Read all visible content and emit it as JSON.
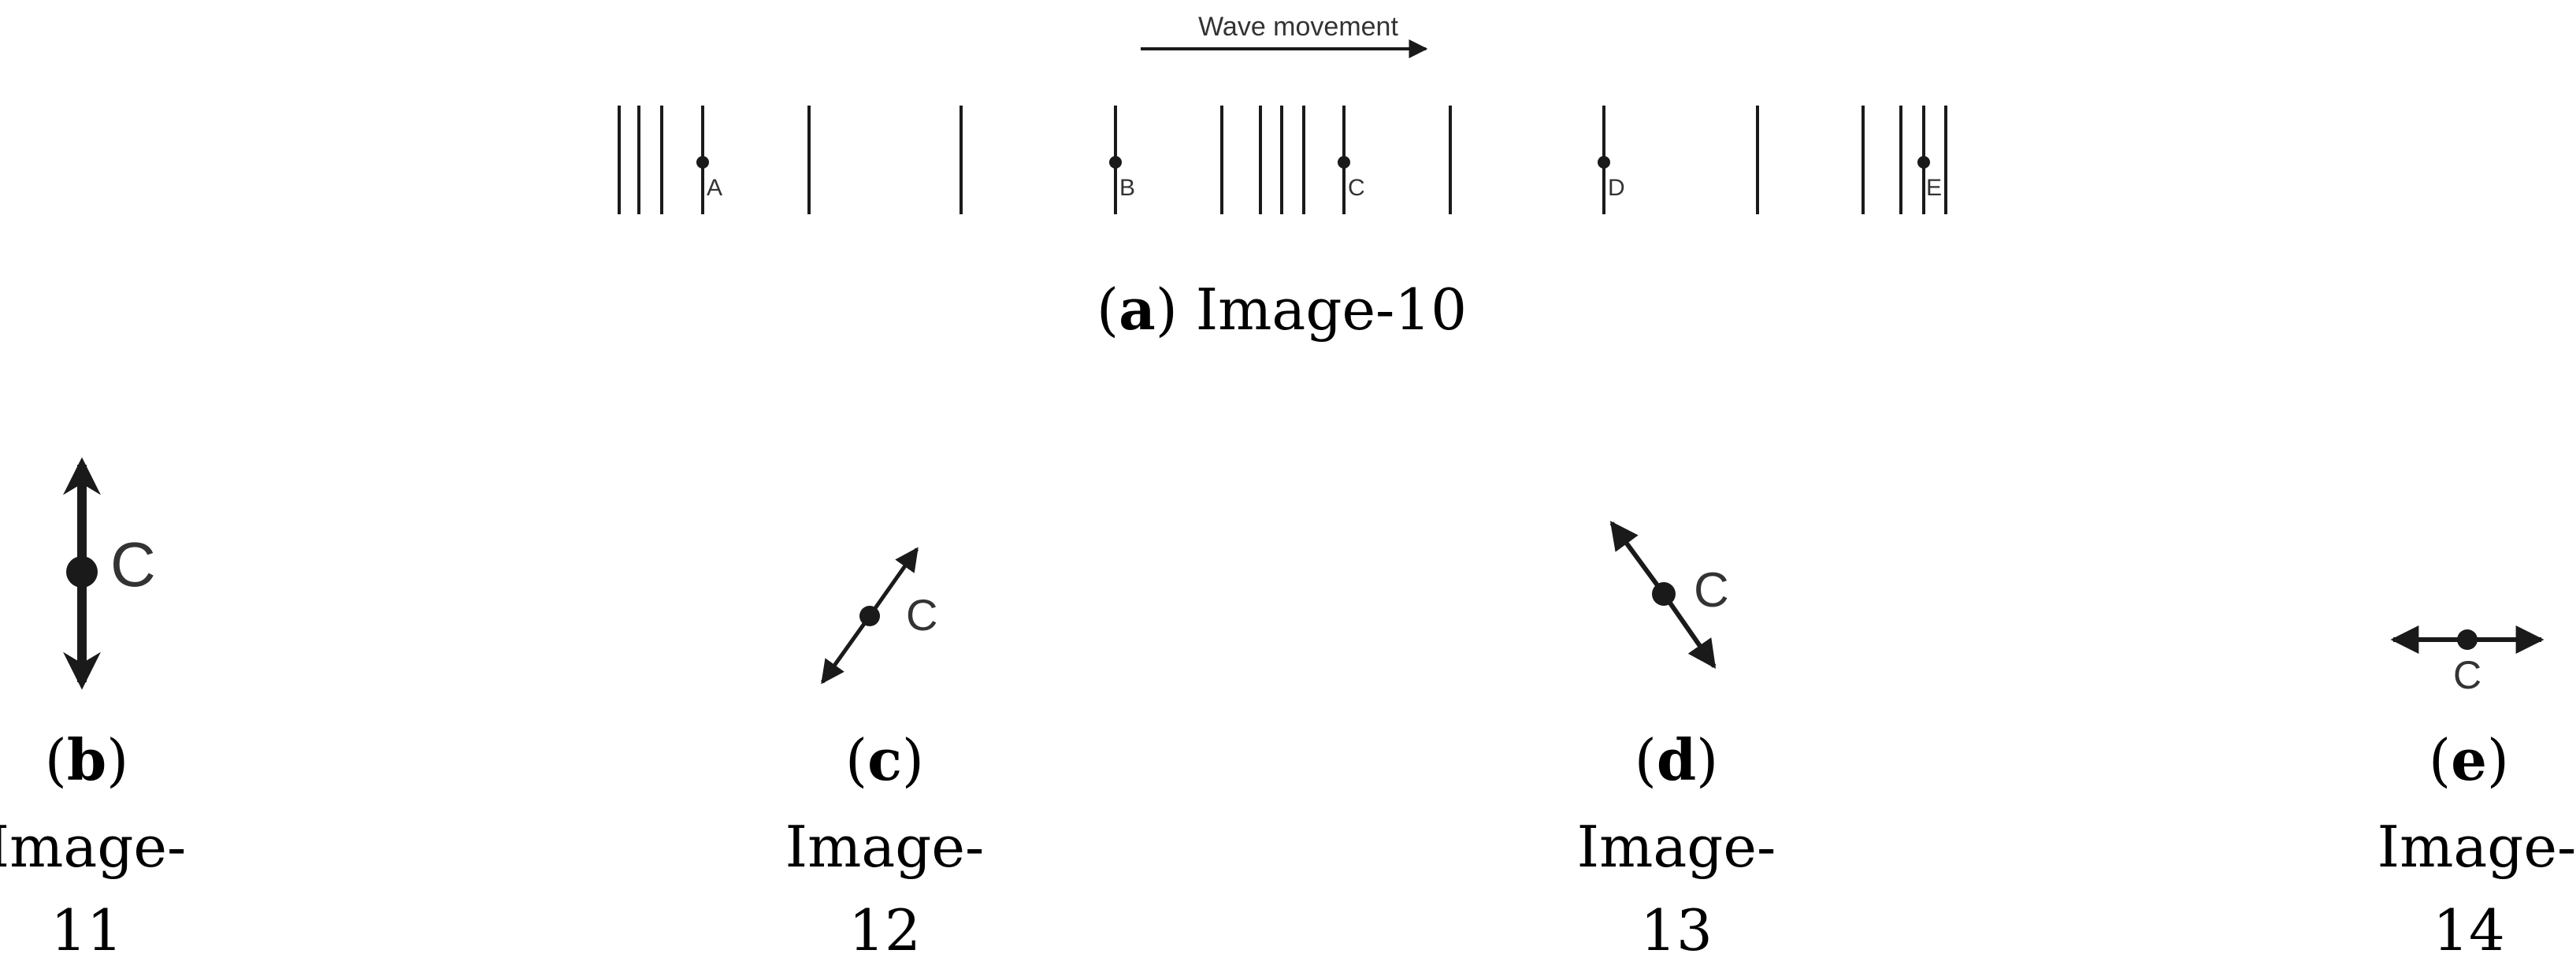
{
  "wave_panel": {
    "direction_label": "Wave movement",
    "points": [
      {
        "label": "A"
      },
      {
        "label": "B"
      },
      {
        "label": "C"
      },
      {
        "label": "D"
      },
      {
        "label": "E"
      }
    ],
    "caption": {
      "letter": "a",
      "text": "Image-10"
    }
  },
  "motion_panels": [
    {
      "point_label": "C",
      "direction": "vertical",
      "caption": {
        "letter": "b",
        "line1": "Image-",
        "line2": "11"
      }
    },
    {
      "point_label": "C",
      "direction": "diagonal-up-right",
      "caption": {
        "letter": "c",
        "line1": "Image-",
        "line2": "12"
      }
    },
    {
      "point_label": "C",
      "direction": "diagonal-up-left",
      "caption": {
        "letter": "d",
        "line1": "Image-",
        "line2": "13"
      }
    },
    {
      "point_label": "C",
      "direction": "horizontal",
      "caption": {
        "letter": "e",
        "line1": "Image-",
        "line2": "14"
      }
    }
  ],
  "colors": {
    "line": "#1a1a1a",
    "text": "#333333",
    "caption": "#000000"
  }
}
